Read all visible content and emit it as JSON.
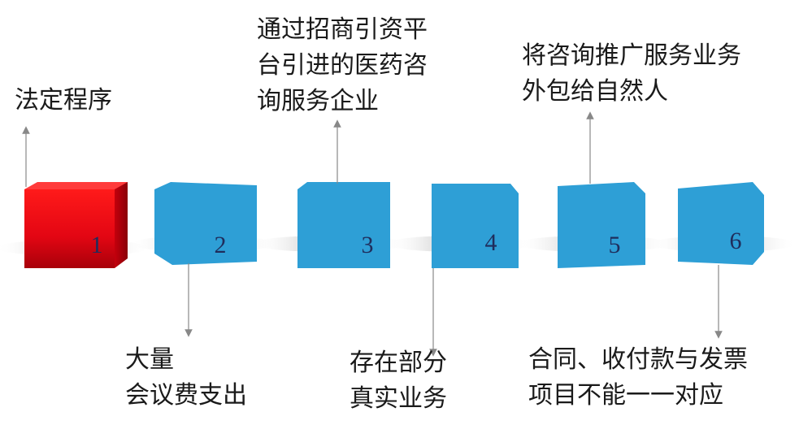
{
  "steps": [
    {
      "number": "1"
    },
    {
      "number": "2"
    },
    {
      "number": "3"
    },
    {
      "number": "4"
    },
    {
      "number": "5"
    },
    {
      "number": "6"
    }
  ],
  "labels": {
    "step1_top": [
      "法定程序"
    ],
    "step2_bottom": [
      "大量",
      "会议费支出"
    ],
    "step3_top": [
      "通过招商引资平",
      "台引进的医药咨",
      "询服务企业"
    ],
    "step4_bottom": [
      "存在部分",
      "真实业务"
    ],
    "step5_top": [
      "将咨询推广服务业务",
      "外包给自然人"
    ],
    "step6_bottom": [
      "合同、收付款与发票",
      "项目不能一一对应"
    ]
  },
  "colors": {
    "highlight": "#e30613",
    "highlight_dark": "#b8000c",
    "block": "#2e9fd6",
    "number": "#1f2d5c",
    "arrow": "#888888"
  }
}
